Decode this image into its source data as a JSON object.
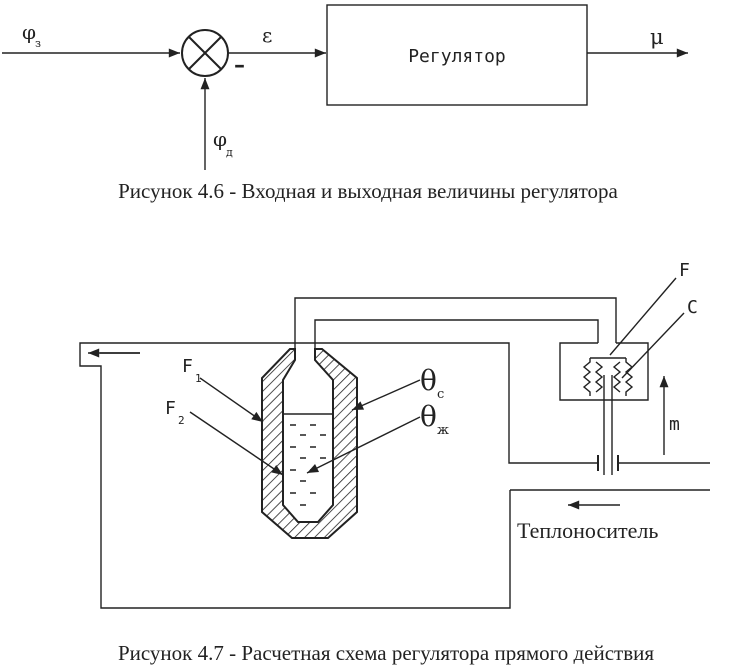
{
  "figure_4_6": {
    "input_setpoint": "φ",
    "input_setpoint_sub": "з",
    "input_actual": "φ",
    "input_actual_sub": "д",
    "error": "ε",
    "minus": "–",
    "block_label": "Регулятор",
    "output": "μ",
    "caption": "Рисунок 4.6 - Входная и выходная величины регулятора"
  },
  "figure_4_7": {
    "label_F1": "F",
    "label_F1_sub": "1",
    "label_F2": "F",
    "label_F2_sub": "2",
    "theta_c": "θ",
    "theta_c_sub": "с",
    "theta_zh": "θ",
    "theta_zh_sub": "ж",
    "label_F": "F",
    "label_C": "C",
    "label_m": "m",
    "coolant": "Теплоноситель",
    "caption": "Рисунок 4.7 - Расчетная схема регулятора прямого действия"
  }
}
